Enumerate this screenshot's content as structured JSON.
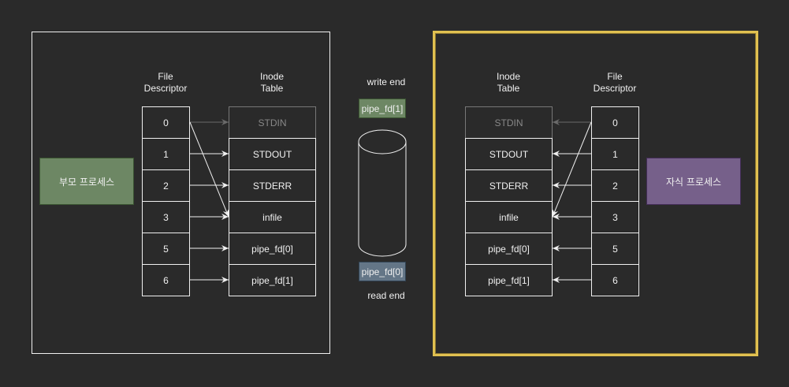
{
  "colors": {
    "background": "#2a2a2a",
    "stroke": "#f0f0f0",
    "dim_stroke": "#777777",
    "child_border": "#e0c050",
    "parent_fill": "#6d8764",
    "child_fill": "#76608a",
    "write_fill": "#6d8764",
    "read_fill": "#647687"
  },
  "parent": {
    "process_label": "부모 프로세스",
    "fd_header": [
      "File",
      "Descriptor"
    ],
    "inode_header": [
      "Inode",
      "Table"
    ],
    "fds": [
      "0",
      "1",
      "2",
      "3",
      "5",
      "6"
    ],
    "inodes": [
      "STDIN",
      "STDOUT",
      "STDERR",
      "infile",
      "pipe_fd[0]",
      "pipe_fd[1]"
    ]
  },
  "child": {
    "process_label": "자식 프로세스",
    "fd_header": [
      "File",
      "Descriptor"
    ],
    "inode_header": [
      "Inode",
      "Table"
    ],
    "fds": [
      "0",
      "1",
      "2",
      "3",
      "5",
      "6"
    ],
    "inodes": [
      "STDIN",
      "STDOUT",
      "STDERR",
      "infile",
      "pipe_fd[0]",
      "pipe_fd[1]"
    ]
  },
  "pipe": {
    "write_label": "write end",
    "write_tag": "pipe_fd[1]",
    "read_tag": "pipe_fd[0]",
    "read_label": "read end"
  },
  "edges": {
    "parent": [
      {
        "from_fd": "0",
        "to_inode": "STDIN",
        "style": "dim"
      },
      {
        "from_fd": "0",
        "to_inode": "infile",
        "style": "solid"
      },
      {
        "from_fd": "1",
        "to_inode": "STDOUT",
        "style": "solid"
      },
      {
        "from_fd": "2",
        "to_inode": "STDERR",
        "style": "solid"
      },
      {
        "from_fd": "3",
        "to_inode": "infile",
        "style": "solid"
      },
      {
        "from_fd": "5",
        "to_inode": "pipe_fd[0]",
        "style": "solid"
      },
      {
        "from_fd": "6",
        "to_inode": "pipe_fd[1]",
        "style": "solid"
      }
    ],
    "child": [
      {
        "from_fd": "0",
        "to_inode": "STDIN",
        "style": "dim"
      },
      {
        "from_fd": "0",
        "to_inode": "infile",
        "style": "solid"
      },
      {
        "from_fd": "1",
        "to_inode": "STDOUT",
        "style": "solid"
      },
      {
        "from_fd": "2",
        "to_inode": "STDERR",
        "style": "solid"
      },
      {
        "from_fd": "3",
        "to_inode": "infile",
        "style": "solid"
      },
      {
        "from_fd": "5",
        "to_inode": "pipe_fd[0]",
        "style": "solid"
      },
      {
        "from_fd": "6",
        "to_inode": "pipe_fd[1]",
        "style": "solid"
      }
    ]
  }
}
